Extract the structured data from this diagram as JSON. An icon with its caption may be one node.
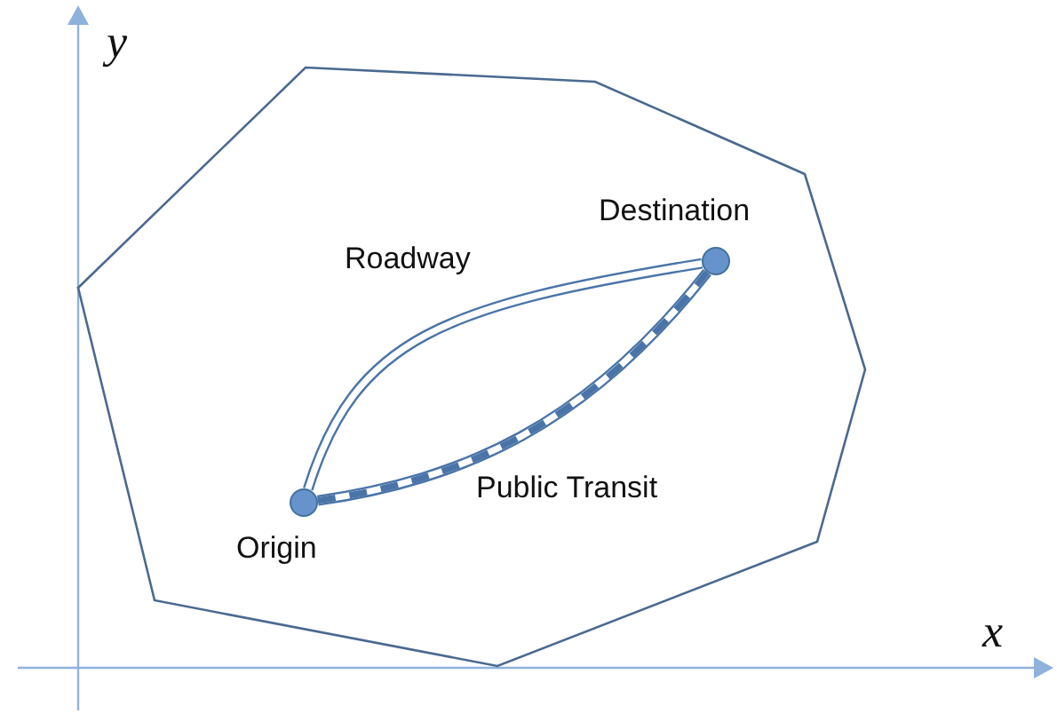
{
  "diagram": {
    "nodes": [
      {
        "text": [],
        "shape": "polygon"
      },
      {
        "text": [],
        "shape": "circle",
        "in": 0,
        "beside": [
          "Origin"
        ]
      },
      {
        "text": [],
        "shape": "circle",
        "in": 0,
        "beside": [
          "Destination"
        ]
      }
    ],
    "edges": [
      {
        "from": 1,
        "to": 2,
        "arrow": "none",
        "label": "Roadway"
      },
      {
        "from": 1,
        "to": 2,
        "arrow": "none",
        "label": "Public Transit",
        "style": "dashed"
      }
    ],
    "labels": [
      "y",
      "x"
    ]
  }
}
